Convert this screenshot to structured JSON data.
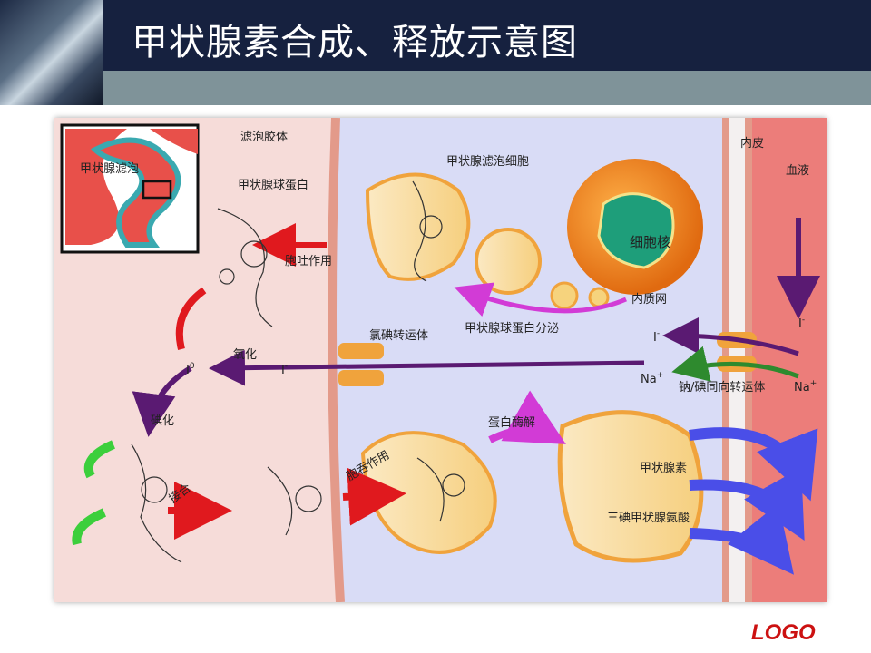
{
  "slide": {
    "title": "甲状腺素合成、释放示意图",
    "logo": "LOGO"
  },
  "diagram": {
    "inset_label": "甲状腺滤泡",
    "labels": {
      "colloid": "滤泡胶体",
      "follicle_cell": "甲状腺滤泡细胞",
      "endothelium": "内皮",
      "blood": "血液",
      "thyroglobulin": "甲状腺球蛋白",
      "exocytosis": "胞吐作用",
      "nucleus": "细胞核",
      "er": "内质网",
      "tg_secretion": "甲状腺球蛋白分泌",
      "chloride_iodide_transporter": "氯碘转运体",
      "oxidation": "氧化",
      "iodination": "碘化",
      "coupling": "接合",
      "endocytosis": "胞吞作用",
      "proteolysis": "蛋白酶解",
      "thyroxine": "甲状腺素",
      "t3": "三碘甲状腺氨酸",
      "nis": "钠/碘同向转运体",
      "na": "Na",
      "na_sup": "+",
      "iodide": "I",
      "iodide_sup": "-",
      "iodine": "I",
      "iodine_sup": "0"
    }
  }
}
